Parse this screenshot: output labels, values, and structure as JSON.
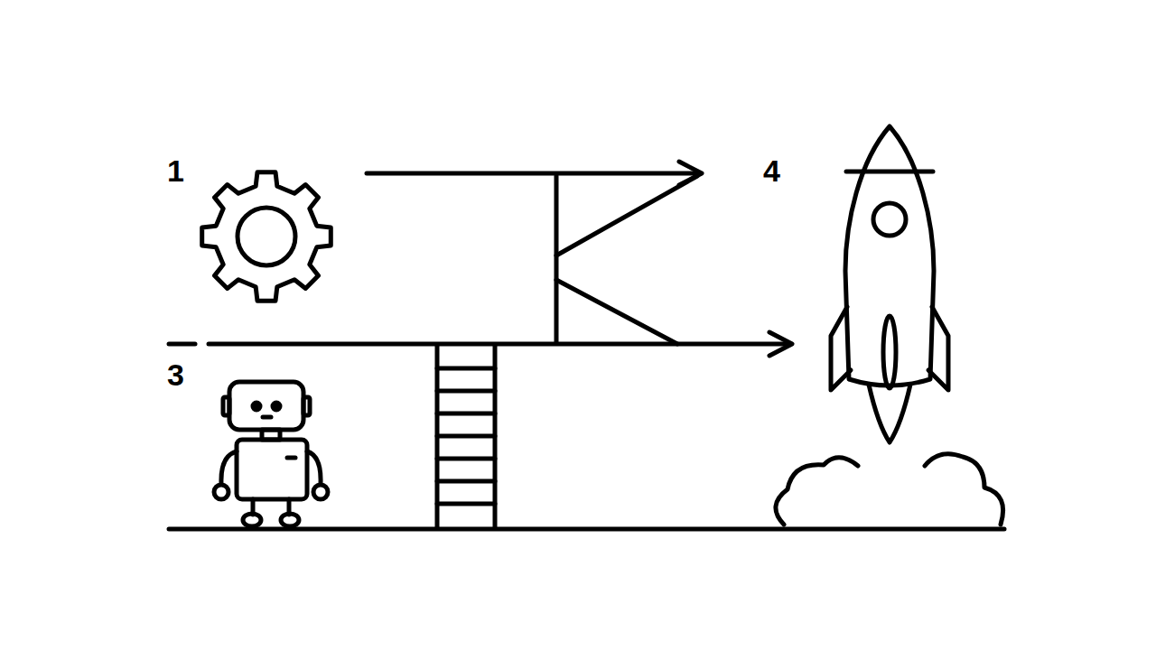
{
  "diagram": {
    "labels": [
      "1",
      "4",
      "3"
    ]
  }
}
